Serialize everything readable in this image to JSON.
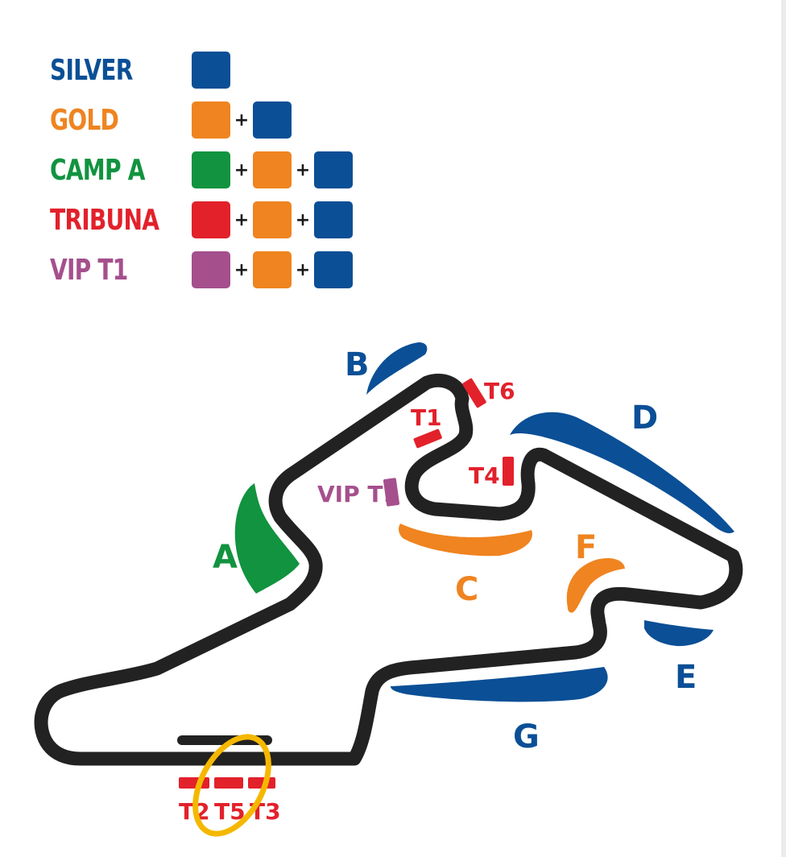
{
  "colors": {
    "silver": "#0b4f96",
    "gold": "#ef8420",
    "camp_a": "#11933f",
    "tribuna": "#e2212b",
    "vip": "#a5508d",
    "track": "#222222",
    "highlight": "#f5b800"
  },
  "legend": [
    {
      "label": "SILVER",
      "color": "#0b4f96",
      "swatches": [
        "#0b4f96"
      ]
    },
    {
      "label": "GOLD",
      "color": "#ef8420",
      "swatches": [
        "#ef8420",
        "#0b4f96"
      ]
    },
    {
      "label": "CAMP A",
      "color": "#11933f",
      "swatches": [
        "#11933f",
        "#ef8420",
        "#0b4f96"
      ]
    },
    {
      "label": "TRIBUNA",
      "color": "#e2212b",
      "swatches": [
        "#e2212b",
        "#ef8420",
        "#0b4f96"
      ]
    },
    {
      "label": "VIP T1",
      "color": "#a5508d",
      "swatches": [
        "#a5508d",
        "#ef8420",
        "#0b4f96"
      ]
    }
  ],
  "plus_sign": "+",
  "map": {
    "zones": {
      "a": "A",
      "b": "B",
      "c": "C",
      "d": "D",
      "e": "E",
      "f": "F",
      "g": "G"
    },
    "stands": {
      "t1": "T1",
      "t2": "T2",
      "t3": "T3",
      "t4": "T4",
      "t5": "T5",
      "t6": "T6",
      "vip_t1": "VIP T1"
    }
  }
}
